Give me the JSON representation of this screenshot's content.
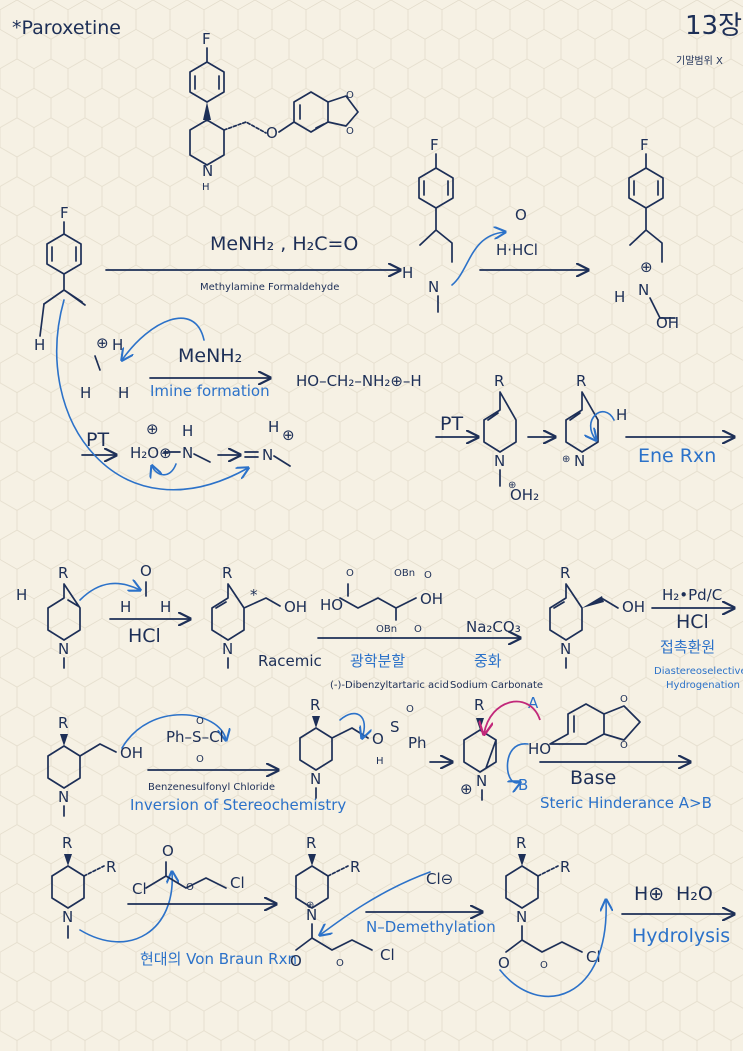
{
  "header": {
    "title": "*Paroxetine",
    "chapter": "13장",
    "exam_note": "기말범위 X"
  },
  "atoms": {
    "F": "F",
    "H": "H",
    "N": "N",
    "O": "O",
    "R": "R",
    "A": "A",
    "B": "B",
    "OH": "OH",
    "HO": "HO",
    "Ph": "Ph",
    "S": "S",
    "Cl": "Cl",
    "plus": "⊕",
    "star": "*",
    "minus_cl": "Cl⊖",
    "h_plus": "H⊕",
    "h2o": "H₂O"
  },
  "step1": {
    "reagent": "MeNH₂ , H₂C=O",
    "reagent_label": "Methylamine Formaldehyde",
    "hcho_hcl": "H·HCl"
  },
  "mechanism": {
    "menh2": "MeNH₂",
    "imine_formation": "Imine formation",
    "iminium_product": "HO–CH₂–NH₂⊕–H",
    "pt1": "PT",
    "pt2": "PT",
    "h2o_plus": "H₂O⊕",
    "oh2": "OH₂",
    "ene_rxn": "Ene Rxn"
  },
  "step2": {
    "hcl": "HCl",
    "racemic": "Racemic",
    "obn_top": "OBn",
    "obn_bottom": "OBn",
    "acid_label": "(-)-Dibenzyltartaric acid",
    "resolution": "광학분할",
    "na2co3": "Na₂CO₃",
    "neutralize": "중화",
    "sodium_carbonate": "Sodium Carbonate",
    "h2_pd": "H₂•Pd/C",
    "hcl2": "HCl",
    "hydrogenation_kr": "접촉환원",
    "diastereoselective": "Diastereoselective",
    "hydrogenation": "Hydrogenation"
  },
  "step3": {
    "ph_s_cl": "Ph–S–Cl",
    "bsc_label": "Benzenesulfonyl Chloride",
    "inversion": "Inversion of Stereochemistry",
    "base": "Base",
    "steric": "Steric Hinderance A>B"
  },
  "step4": {
    "von_braun": "현대의 Von Braun Rxn",
    "demethylation": "N–Demethylation",
    "hydrolysis": "Hydrolysis"
  }
}
